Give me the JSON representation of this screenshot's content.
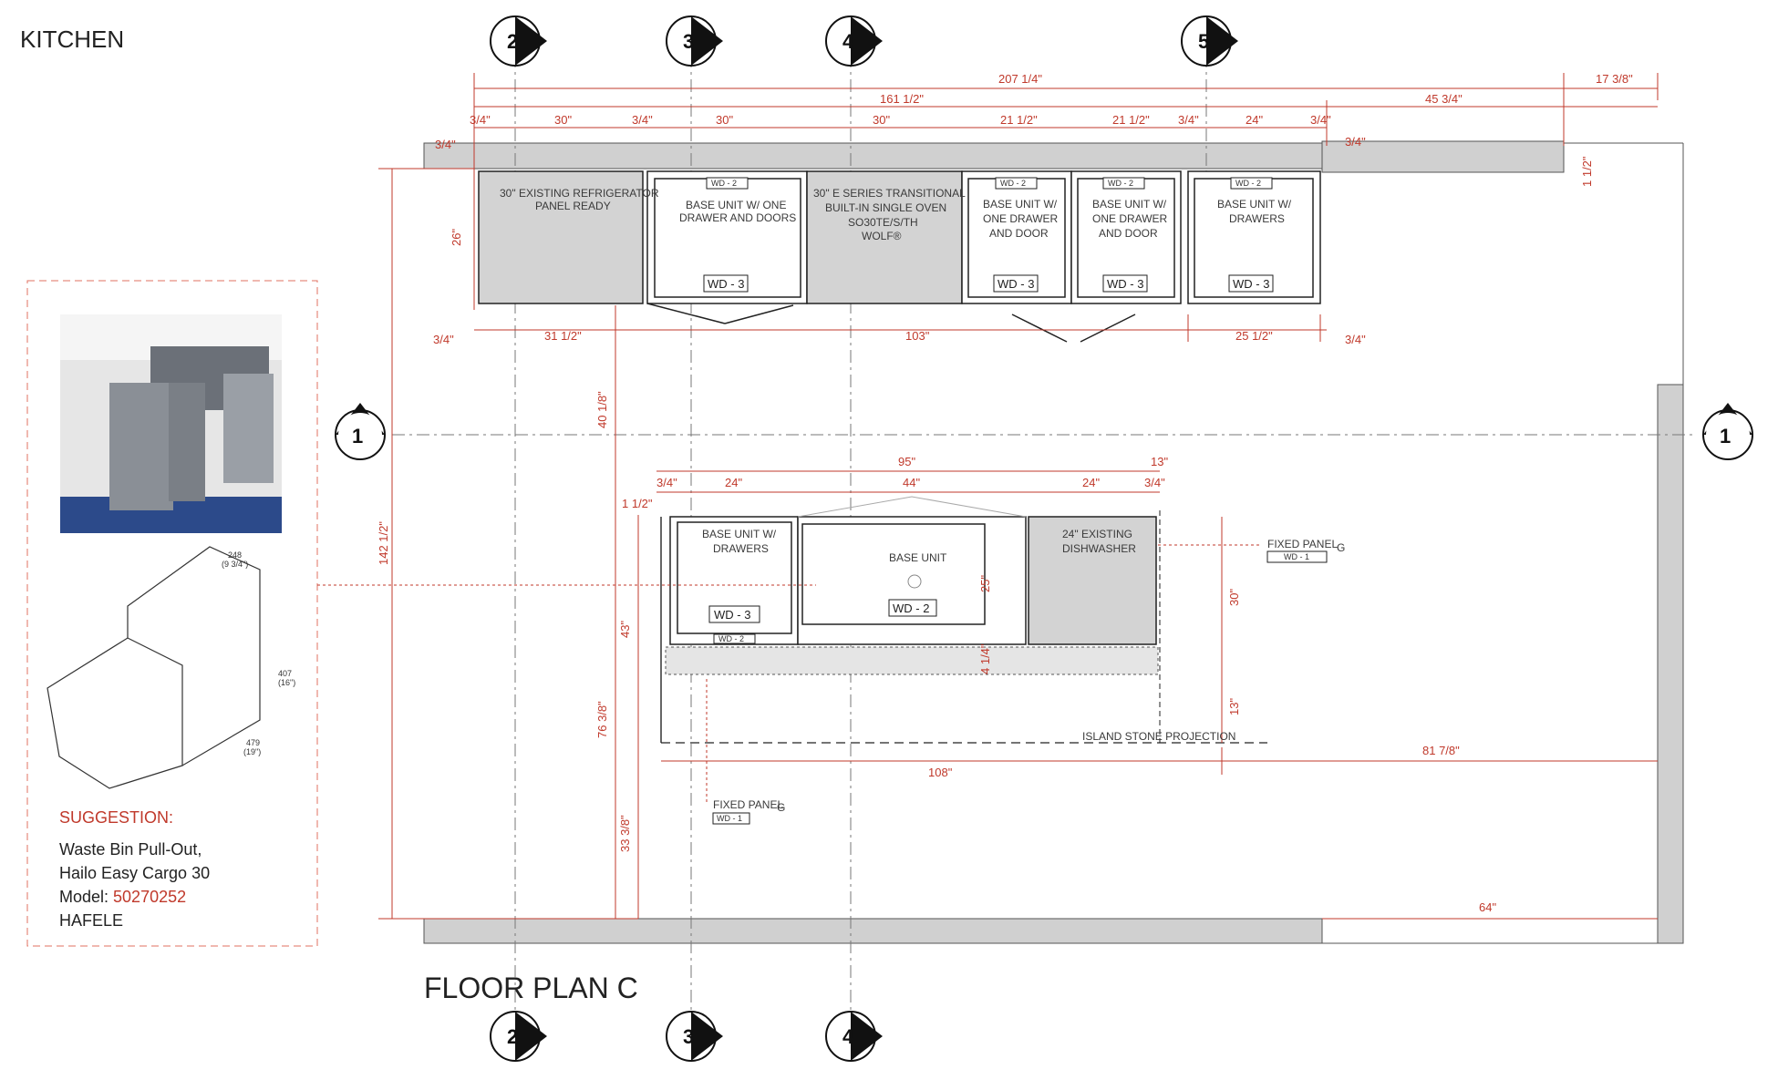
{
  "page": {
    "title": "KITCHEN",
    "plan_title": "FLOOR PLAN C"
  },
  "gridlines": {
    "top": [
      "2",
      "3",
      "4",
      "5"
    ],
    "bottom": [
      "2",
      "3",
      "4"
    ],
    "section": [
      "1",
      "1"
    ]
  },
  "dims": {
    "top_overall": "207 1/4\"",
    "top_right": "17 3/8\"",
    "row2_a": "161 1/2\"",
    "row2_b": "45 3/4\"",
    "row3": [
      "3/4\"",
      "30\"",
      "3/4\"",
      "30\"",
      "30\"",
      "21 1/2\"",
      "21 1/2\"",
      "3/4\"",
      "24\"",
      "3/4\""
    ],
    "left_top": "3/4\"",
    "right_top": "3/4\"",
    "depth_26": "26\"",
    "depth_1_5": "1 1/2\"",
    "bottom_row": [
      "3/4\"",
      "31 1/2\"",
      "103\"",
      "25 1/2\"",
      "3/4\""
    ],
    "v_40": "40 1/8\"",
    "v_142": "142 1/2\"",
    "island_95": "95\"",
    "island_13": "13\"",
    "island_row": [
      "3/4\"",
      "24\"",
      "44\"",
      "24\"",
      "3/4\""
    ],
    "island_1_5": "1 1/2\"",
    "v_43": "43\"",
    "v_25": "25\"",
    "v_4_25": "4 1/4\"",
    "v_30": "30\"",
    "v_13": "13\"",
    "v_76": "76 3/8\"",
    "v_33": "33 3/8\"",
    "h_108": "108\"",
    "h_81": "81 7/8\"",
    "h_64": "64\""
  },
  "cabinets": {
    "fridge": [
      "30\" EXISTING REFRIGERATOR",
      "PANEL READY"
    ],
    "base1": [
      "BASE UNIT W/ ONE",
      "DRAWER AND DOORS"
    ],
    "oven": [
      "30\" E SERIES TRANSITIONAL",
      "BUILT-IN SINGLE OVEN",
      "SO30TE/S/TH",
      "WOLF®"
    ],
    "base2": [
      "BASE UNIT W/",
      "ONE DRAWER",
      "AND DOOR"
    ],
    "base3": [
      "BASE UNIT W/",
      "ONE DRAWER",
      "AND DOOR"
    ],
    "base4": [
      "BASE UNIT W/",
      "DRAWERS"
    ],
    "island_left": [
      "BASE UNIT W/",
      "DRAWERS"
    ],
    "island_mid": "BASE UNIT",
    "island_right": [
      "24\" EXISTING",
      "DISHWASHER"
    ],
    "tag_wd2": "WD - 2",
    "tag_wd3": "WD - 3",
    "tag_wd1": "WD - 1",
    "fixed_panel": "FIXED PANEL",
    "island_projection": "ISLAND STONE PROJECTION",
    "g_mark": "G"
  },
  "suggestion": {
    "heading": "SUGGESTION:",
    "line1": "Waste Bin Pull-Out,",
    "line2": "Hailo Easy Cargo 30",
    "model_label": "Model: ",
    "model_value": "50270252",
    "brand": "HAFELE",
    "drawing_dims": [
      "248",
      "(9 3/4\")",
      "407",
      "(16\")",
      "479",
      "(19\")"
    ]
  },
  "colors": {
    "accent": "#c0392b",
    "wall": "#d0d0d0",
    "appliance": "#d3d3d3"
  }
}
